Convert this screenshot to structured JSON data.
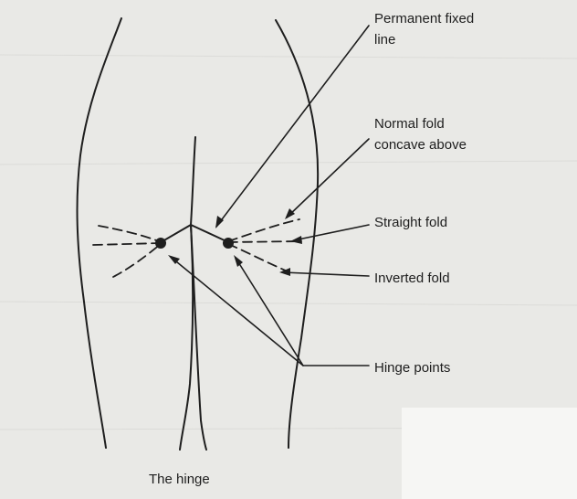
{
  "labels": {
    "permanent_fixed_line_1": "Permanent fixed",
    "permanent_fixed_line_2": "line",
    "normal_fold_1": "Normal fold",
    "normal_fold_2": "concave above",
    "straight_fold": "Straight fold",
    "inverted_fold": "Inverted fold",
    "hinge_points": "Hinge points",
    "caption": "The hinge"
  },
  "colors": {
    "background": "#e9e9e6",
    "ink": "#1e1e1e",
    "corner_patch": "#f6f6f4"
  }
}
